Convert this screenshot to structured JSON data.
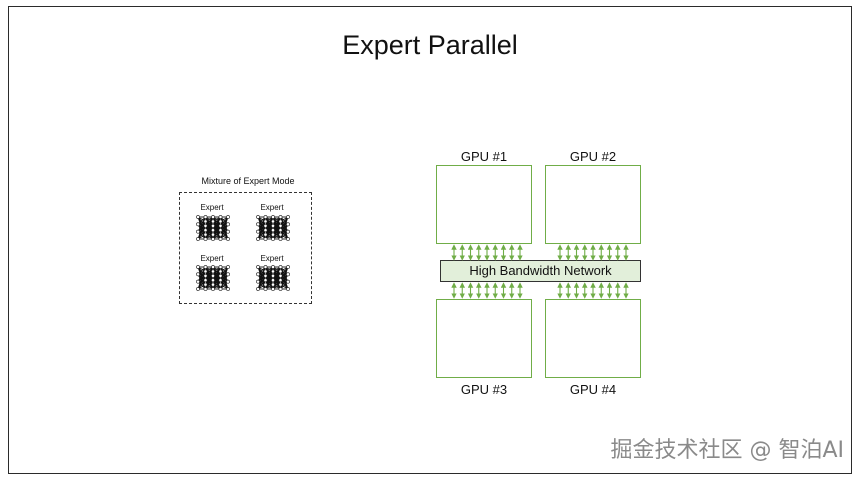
{
  "title": "Expert Parallel",
  "moe": {
    "title": "Mixture of Expert Mode",
    "experts": [
      "Expert",
      "Expert",
      "Expert",
      "Expert"
    ]
  },
  "gpus": [
    "GPU #1",
    "GPU #2",
    "GPU #3",
    "GPU #4"
  ],
  "network": "High Bandwidth Network",
  "watermark": "掘金技术社区 @ 智泊AI",
  "colors": {
    "gpu_border": "#70ad47",
    "network_fill": "#e2efda",
    "arrow": "#70ad47"
  }
}
